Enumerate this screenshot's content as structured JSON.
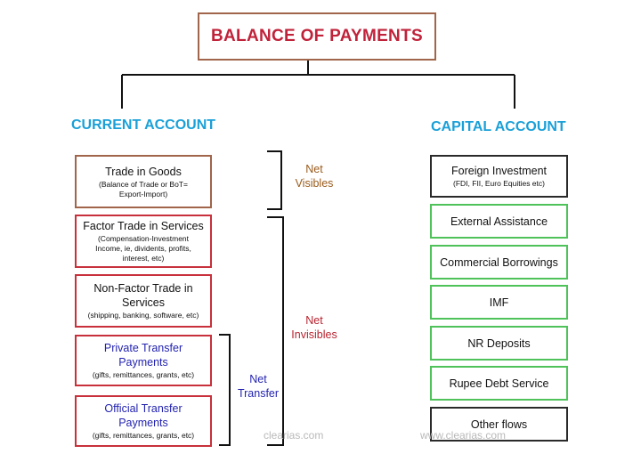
{
  "title": "BALANCE OF PAYMENTS",
  "current_account": {
    "heading": "CURRENT ACCOUNT",
    "items": [
      {
        "main": "Trade in Goods",
        "sub": "(Balance of Trade or BoT= Export-Import)"
      },
      {
        "main": "Factor Trade in Services",
        "sub": "(Compensation-Investment Income, ie, dividents, profits, interest, etc)"
      },
      {
        "main": "Non-Factor Trade in Services",
        "sub": "(shipping, banking, software, etc)"
      },
      {
        "main": "Private Transfer Payments",
        "sub": "(gifts, remittances, grants, etc)"
      },
      {
        "main": "Official Transfer Payments",
        "sub": "(gifts, remittances, grants, etc)"
      }
    ]
  },
  "groups": {
    "net_visibles": "Net Visibles",
    "net_invisibles": "Net Invisibles",
    "net_transfer": "Net Transfer"
  },
  "capital_account": {
    "heading": "CAPITAL ACCOUNT",
    "items": [
      {
        "main": "Foreign Investment",
        "sub": "(FDI, FII, Euro Equities etc)"
      },
      {
        "main": "External Assistance"
      },
      {
        "main": "Commercial Borrowings"
      },
      {
        "main": "IMF"
      },
      {
        "main": "NR Deposits"
      },
      {
        "main": "Rupee Debt Service"
      },
      {
        "main": "Other flows"
      }
    ]
  },
  "watermarks": [
    "clearias.com",
    "www.clearias.com"
  ],
  "colors": {
    "title": "#c0223a",
    "heading": "#1aa0d8",
    "border_brown": "#a0654a",
    "border_red": "#c8313b",
    "border_green": "#4fc25a",
    "text_blue": "#2323b0"
  }
}
